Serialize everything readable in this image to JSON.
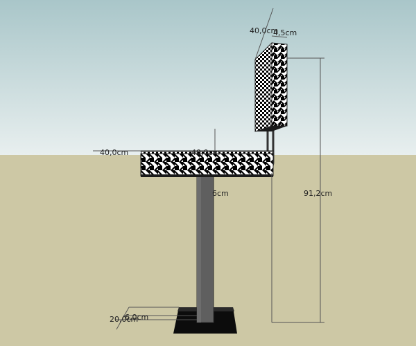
{
  "scene": {
    "colors": {
      "sky_top": "#a9c6c9",
      "sky_bottom": "#e8efef",
      "ground": "#cdc8a5",
      "pole": "#5f5f5f",
      "base": "#0c0c0c",
      "fabric_dark": "#000000",
      "fabric_light": "#ffffff",
      "dimension_line": "#555555"
    }
  },
  "dimensions": {
    "backrest_width": "40,0cm",
    "backrest_thickness": "4,5cm",
    "total_height": "91,2cm",
    "seat_depth": "40,0cm",
    "seat_width": "40,0cm",
    "pole_label": "6cm",
    "base_depth": "20,0cm",
    "pole_width": "6,0cm"
  }
}
